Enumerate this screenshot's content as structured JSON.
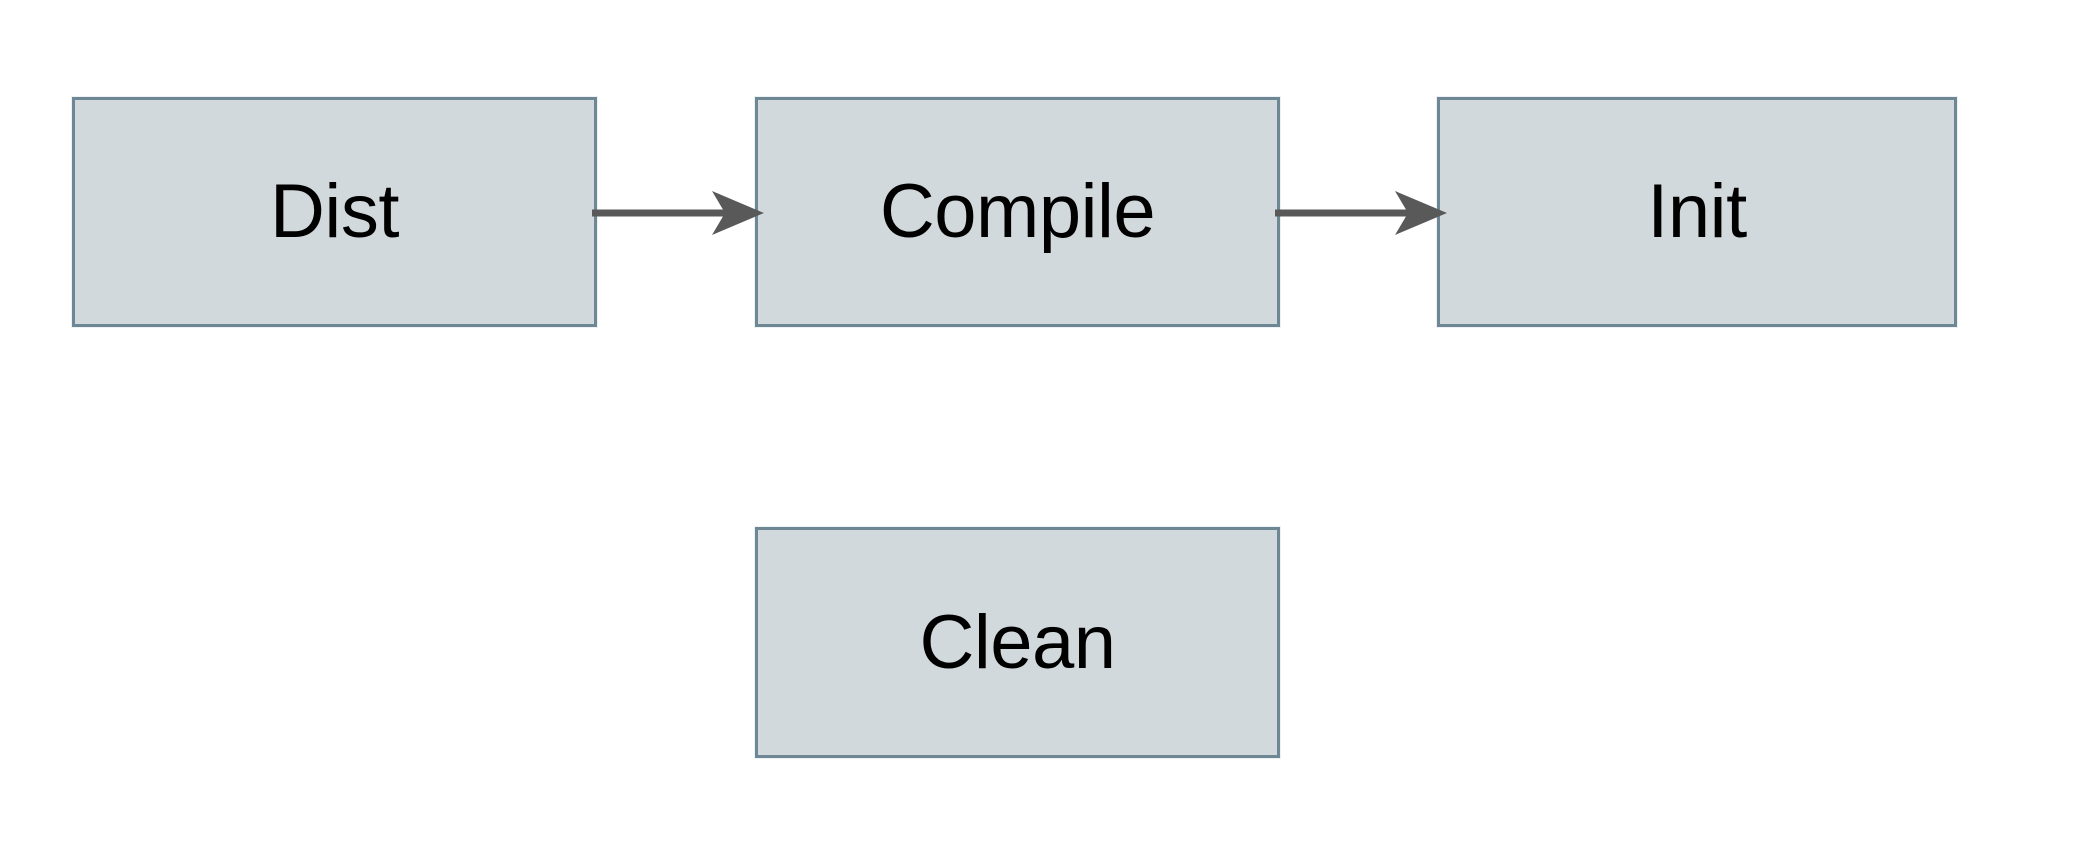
{
  "diagram": {
    "type": "flowchart",
    "orientation": "left-to-right",
    "background_color": "#ffffff",
    "node_fill_color": "#d2d9dc",
    "node_border_color": "#6d8794",
    "edge_color": "#595959",
    "label_color": "#000000",
    "nodes": [
      {
        "id": "dist",
        "label": "Dist",
        "shape": "rectangle"
      },
      {
        "id": "compile",
        "label": "Compile",
        "shape": "rectangle"
      },
      {
        "id": "init",
        "label": "Init",
        "shape": "rectangle"
      },
      {
        "id": "clean",
        "label": "Clean",
        "shape": "rectangle"
      }
    ],
    "edges": [
      {
        "id": "dist-compile",
        "from": "dist",
        "to": "compile",
        "label": "",
        "arrowhead": "solid-triangle"
      },
      {
        "id": "compile-init",
        "from": "compile",
        "to": "init",
        "label": "",
        "arrowhead": "solid-triangle"
      }
    ]
  }
}
